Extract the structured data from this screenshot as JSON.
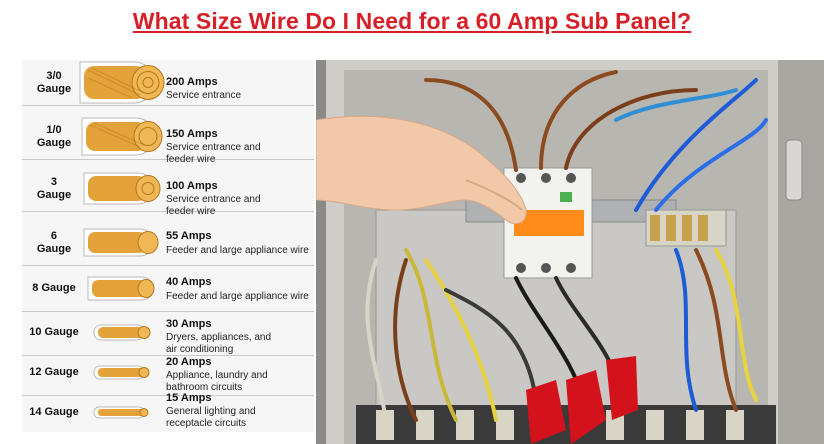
{
  "title": "What Size Wire Do I Need for a 60 Amp Sub Panel?",
  "wire_chart": [
    {
      "gauge": "3/0\nGauge",
      "amps": "200 Amps",
      "use": "Service entrance"
    },
    {
      "gauge": "1/0\nGauge",
      "amps": "150 Amps",
      "use": "Service entrance and\nfeeder wire"
    },
    {
      "gauge": "3\nGauge",
      "amps": "100 Amps",
      "use": "Service entrance and\nfeeder wire"
    },
    {
      "gauge": "6\nGauge",
      "amps": "55 Amps",
      "use": "Feeder and large appliance wire"
    },
    {
      "gauge": "8 Gauge",
      "amps": "40 Amps",
      "use": "Feeder and large appliance wire"
    },
    {
      "gauge": "10 Gauge",
      "amps": "30 Amps",
      "use": "Dryers, appliances, and\nair conditioning"
    },
    {
      "gauge": "12 Gauge",
      "amps": "20 Amps",
      "use": "Appliance, laundry and\nbathroom circuits"
    },
    {
      "gauge": "14 Gauge",
      "amps": "15 Amps",
      "use": "General lighting and\nreceptacle circuits"
    }
  ],
  "colors": {
    "title": "#d61f26",
    "copper": "#e3a23a",
    "copper_dark": "#b8741e",
    "jacket": "#ffffff"
  },
  "photo": {
    "subject": "hand switching a breaker inside an electrical sub panel"
  }
}
